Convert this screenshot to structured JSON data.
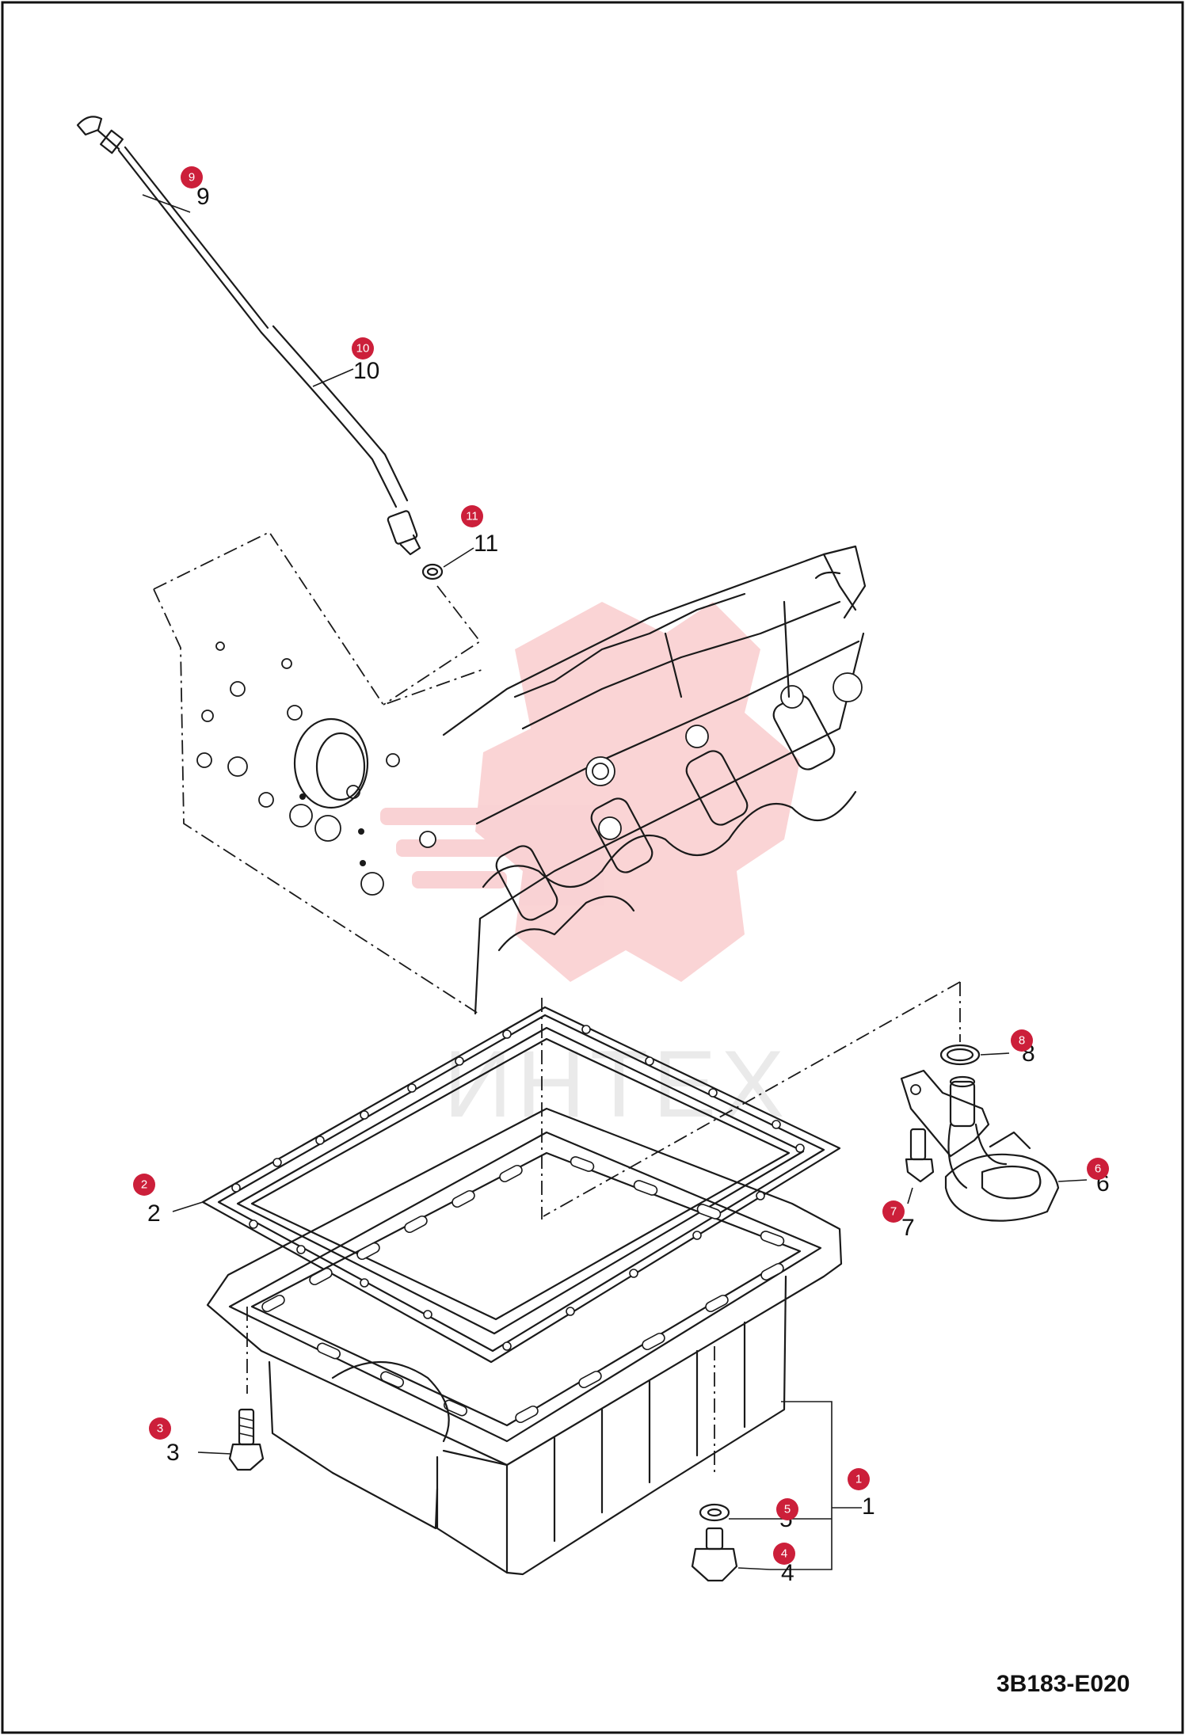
{
  "diagram_code": "3B183-E020",
  "watermark": "ИНТЕХ",
  "colors": {
    "badge": "#cc1f3a",
    "line": "#1a1a1a",
    "watermark_logo": "#e8393f"
  },
  "callouts": [
    {
      "num": "1",
      "label": "1"
    },
    {
      "num": "2",
      "label": "2"
    },
    {
      "num": "3",
      "label": "3"
    },
    {
      "num": "4",
      "label": "4"
    },
    {
      "num": "5",
      "label": "5"
    },
    {
      "num": "6",
      "label": "6"
    },
    {
      "num": "7",
      "label": "7"
    },
    {
      "num": "8",
      "label": "8"
    },
    {
      "num": "9",
      "label": "9"
    },
    {
      "num": "10",
      "label": "10"
    },
    {
      "num": "11",
      "label": "11"
    }
  ]
}
